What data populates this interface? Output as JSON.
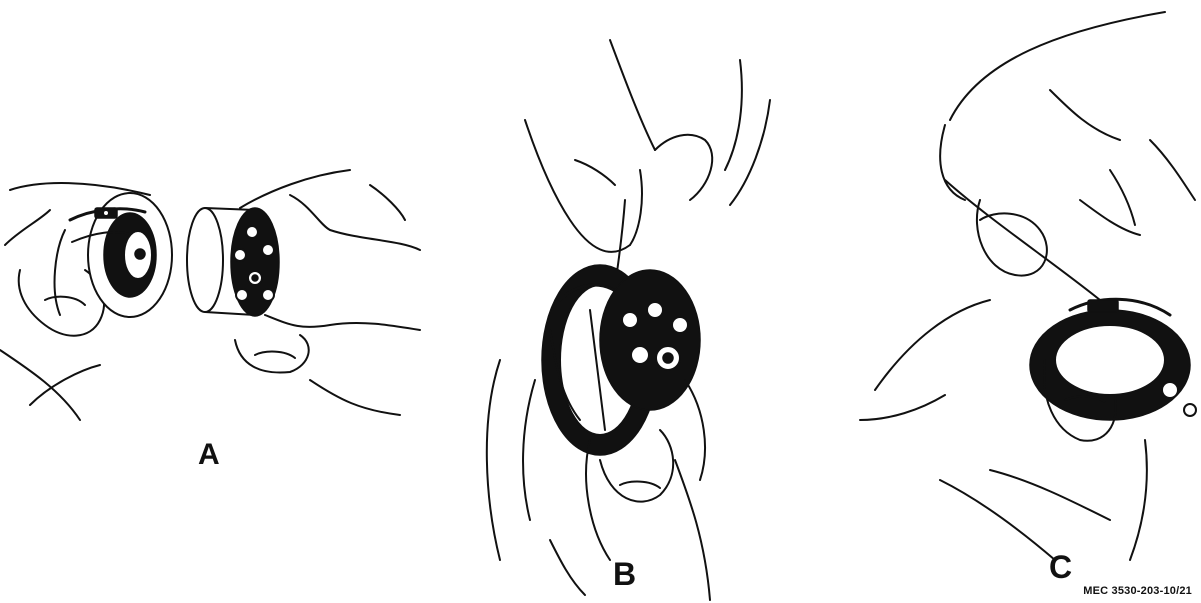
{
  "figure": {
    "panels": [
      {
        "label": "A"
      },
      {
        "label": "B"
      },
      {
        "label": "C"
      }
    ],
    "code": "MEC 3530-203-10/21"
  },
  "colors": {
    "ink": "#111111",
    "paper": "#ffffff"
  }
}
